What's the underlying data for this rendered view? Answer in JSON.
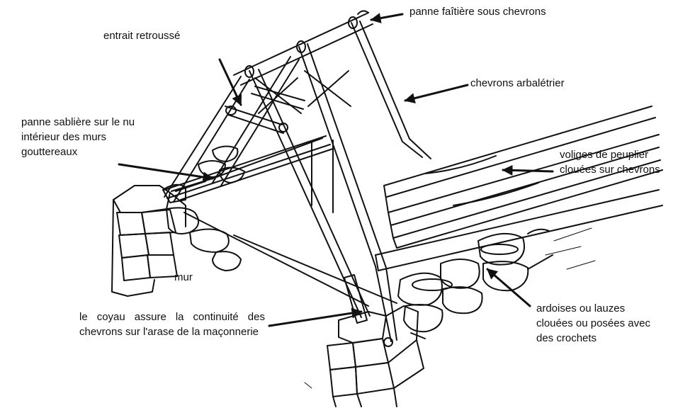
{
  "labels": {
    "panne_faitiere": "panne faîtière sous chevrons",
    "entrait": "entrait retroussé",
    "chevrons_arbaletrier": "chevrons arbalétrier",
    "panne_sabliere": "panne  sablière sur le nu intérieur des murs gouttereaux",
    "voliges": "voliges de peuplier clouées sur chevrons",
    "mur": "mur",
    "coyau": "le coyau assure la continuité des chevrons sur l'arase de la maçonnerie",
    "ardoises": "ardoises ou lauzes clouées ou posées avec des  crochets"
  },
  "colors": {
    "ink": "#111111",
    "background": "#ffffff"
  }
}
